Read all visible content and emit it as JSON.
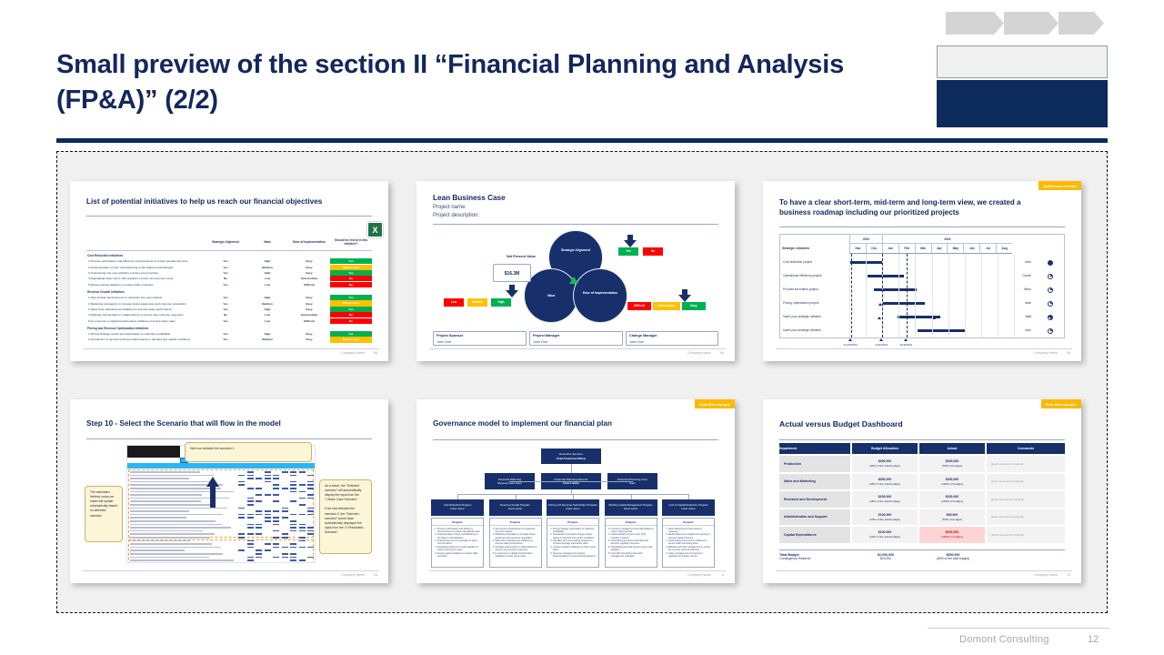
{
  "header": {
    "title": "Small preview of the section II “Financial Planning and Analysis (FP&A)” (2/2)"
  },
  "footer": {
    "brand": "Domont Consulting",
    "page": "12"
  },
  "badges": {
    "additional": "Additional version",
    "reallife": "Real-life example"
  },
  "company_note": "Company Name",
  "thumbs": {
    "initiatives": {
      "title": "List of potential initiatives to help us reach our financial objectives",
      "page": "58",
      "excel_icon": "X",
      "columns": [
        "Strategic Alignment",
        "Value",
        "Ease of Implementation",
        "Should we invest in this initiative?"
      ],
      "groups": [
        {
          "name": "Cost Reduction Initiatives",
          "rows": [
            {
              "n": "1",
              "text": "Process optimization and efficiency improvements to reduce operational costs",
              "align": "Yes",
              "value": "High",
              "ease": "Easy",
              "invest": "Yes",
              "color": "#00b050"
            },
            {
              "n": "2",
              "text": "Implementation of lean manufacturing or Six Sigma methodologies",
              "align": "Yes",
              "value": "Medium",
              "ease": "Easy",
              "invest": "Maybe Later",
              "color": "#ffc000"
            },
            {
              "n": "3",
              "text": "Outsourcing non-core activities to lower-cost providers",
              "align": "Yes",
              "value": "High",
              "ease": "Easy",
              "invest": "Yes",
              "color": "#00b050"
            },
            {
              "n": "4",
              "text": "Negotiating better terms with suppliers to lower procurement costs",
              "align": "No",
              "value": "Low",
              "ease": "Intermediate",
              "invest": "No",
              "color": "#ff0000"
            },
            {
              "n": "5",
              "text": "Energy-saving initiatives to reduce utility expenses",
              "align": "Yes",
              "value": "Low",
              "ease": "Difficult",
              "invest": "No",
              "color": "#ff0000"
            }
          ]
        },
        {
          "name": "Revenue Growth Initiatives",
          "rows": [
            {
              "n": "1",
              "text": "New product development or expansion into new markets",
              "align": "Yes",
              "value": "High",
              "ease": "Easy",
              "invest": "Yes",
              "color": "#00b050"
            },
            {
              "n": "2",
              "text": "Marketing campaigns to increase brand awareness and customer acquisition",
              "align": "Yes",
              "value": "Medium",
              "ease": "Easy",
              "invest": "Maybe Later",
              "color": "#ffc000"
            },
            {
              "n": "3",
              "text": "Sales force effectiveness initiatives to improve sales performance",
              "align": "Yes",
              "value": "High",
              "ease": "Easy",
              "invest": "Yes",
              "color": "#00b050"
            },
            {
              "n": "4",
              "text": "Strategic partnerships or collaborations to access new customer segments",
              "align": "No",
              "value": "Low",
              "ease": "Intermediate",
              "invest": "No",
              "color": "#ff0000"
            },
            {
              "n": "5",
              "text": "E-commerce or digital transformation initiatives to boost online sales",
              "align": "Yes",
              "value": "Low",
              "ease": "Difficult",
              "invest": "No",
              "color": "#ff0000"
            }
          ]
        },
        {
          "name": "Pricing and Revenue Optimization Initiatives",
          "rows": [
            {
              "n": "1",
              "text": "Pricing strategy review and optimization to maximize profitability",
              "align": "Yes",
              "value": "High",
              "ease": "Easy",
              "invest": "Yes",
              "color": "#00b050"
            },
            {
              "n": "2",
              "text": "Introduction of dynamic pricing models based on demand and market conditions",
              "align": "Yes",
              "value": "Medium",
              "ease": "Easy",
              "invest": "Maybe Later",
              "color": "#ffc000"
            }
          ]
        }
      ]
    },
    "business_case": {
      "title": "Lean Business Case",
      "project_name_label": "Project name:",
      "project_desc_label": "Project description:",
      "venn": {
        "top": "Strategic Alignment",
        "left": "Value",
        "right": "Ease of Implementation"
      },
      "npv_label": "Net Present Value",
      "npv_value": "$16.3M",
      "value_scale": [
        "Low",
        "Medium",
        "High"
      ],
      "align_scale": [
        "Yes",
        "No"
      ],
      "ease_scale": [
        "Difficult",
        "Intermediate",
        "Easy"
      ],
      "roles": [
        {
          "role": "Project Sponsor",
          "name": "John Doe"
        },
        {
          "role": "Project Manager",
          "name": "John Doe"
        },
        {
          "role": "Change Manager",
          "name": "John Doe"
        }
      ],
      "page": "60"
    },
    "roadmap": {
      "title": "To have a clear short-term, mid-term and long-term view, we created a business roadmap including our prioritized projects",
      "col_initiatives": "Strategic initiatives",
      "col_responsible": "Responsible",
      "col_status": "Status",
      "years": [
        {
          "label": "2023",
          "span": 2
        },
        {
          "label": "2024",
          "span": 8
        }
      ],
      "months": [
        "Nov",
        "Dec",
        "Jan",
        "Feb",
        "Mar",
        "Apr",
        "May",
        "Jun",
        "Jul",
        "Aug"
      ],
      "milestones": [
        "11/15/2023",
        "1/22/2024",
        "3/18/2024"
      ],
      "rows": [
        {
          "name": "Cost reduction project",
          "responsible": "John",
          "status": "full",
          "bar_start": 0,
          "bar_end": 2.0,
          "tris": []
        },
        {
          "name": "Operational efficiency project",
          "responsible": "Carole",
          "status": "quarter",
          "bar_start": 1.1,
          "bar_end": 3.3,
          "tris": []
        },
        {
          "name": "Process innovation project",
          "responsible": "Steve",
          "status": "quarter",
          "bar_start": 1.5,
          "bar_end": 4.1,
          "tris": []
        },
        {
          "name": "Pricing optimization project",
          "responsible": "Jean",
          "status": "quarter",
          "bar_start": 2.05,
          "bar_end": 4.6,
          "tris": [
            1.75
          ]
        },
        {
          "name": "Insert your strategic initiative",
          "responsible": "Matt",
          "status": "threequarter",
          "bar_start": 2.95,
          "bar_end": 5.5,
          "tris": [
            1.72,
            5.0
          ]
        },
        {
          "name": "Insert your strategic initiative",
          "responsible": "John",
          "status": "quarter",
          "bar_start": 4.15,
          "bar_end": 7.0,
          "tris": []
        }
      ],
      "page": "54"
    },
    "scenario": {
      "title": "Step 10 - Select the Scenario that will flow in the model",
      "callout_top": "Here we selected the scenario 1.",
      "callout_left": "The estimated intrinsic value per share will update automatically based on selected scenario",
      "callout_right_1": "As a result, the “Selected scenario” will automatically display the input from the “1.Base Case Scenario”.",
      "callout_right_2": "If we had selected the scenario 2, the “Selected scenario” would have automatically displayed the input from the “2.Pessimistic Scenario”",
      "page": "28"
    },
    "governance": {
      "title": "Governance model to implement our financial plan",
      "exec": {
        "l1": "Executive Sponsor",
        "l2": "Chief Financial Officer"
      },
      "mid": [
        {
          "l1": "Financial Planning",
          "l2": "Measurement team"
        },
        {
          "l1": "Financial Planning Director",
          "l2": "Insert name"
        },
        {
          "l1": "Financial Planning Core",
          "l2": "team"
        }
      ],
      "programs_header": "Projects",
      "programs": [
        {
          "name": "Cost Reduction Program",
          "owner": "Insert owner",
          "projects": [
            "Process optimization and efficiency improvements to reduce operational costs.",
            "Implementation of lean manufacturing or Six Sigma methodologies.",
            "Outsourcing non-core activities to lower cost providers.",
            "Negotiating better terms with suppliers to lower procurement costs.",
            "Energy-saving initiatives to reduce utility expenses."
          ]
        },
        {
          "name": "Revenue Growth Program",
          "owner": "Insert owner",
          "projects": [
            "New product development or expansion into new markets.",
            "Marketing campaigns to increase brand awareness and customer acquisition.",
            "Sales force effectiveness initiatives to improve sales performance.",
            "Strategic partnerships or collaborations to access new customer segments.",
            "E-commerce or digital transformation initiatives to boost online sales."
          ]
        },
        {
          "name": "Pricing and Revenue Optimization Program",
          "owner": "Insert owner",
          "projects": [
            "Pricing strategy optimization to maximize profitability.",
            "Introduction of dynamic pricing models based on demand and market conditions.",
            "Upselling and cross-selling programs to increase average transaction value.",
            "Loyalty programs initiatives to drive repeat sales.",
            "Revenue management systems implementation for better pricing decisions."
          ]
        },
        {
          "name": "Working Capital Management Program",
          "owner": "Insert owner",
          "projects": [
            "Inventory management and optimization to reduce carrying costs.",
            "Implementation of just-in-time (JIT) inventory systems.",
            "Streamlining accounts receivable and accounts payable processes.",
            "Negotiating extended payment terms with suppliers.",
            "Cash flow forecasting and cash management strategies."
          ]
        },
        {
          "name": "Cost of Capital Reduction Program",
          "owner": "Insert owner",
          "projects": [
            "Debt refinancing to lower interest expenses.",
            "Equity financing or capital restructuring to improve capital structure.",
            "Credit rating improvement initiatives to secure better borrowing rates.",
            "Efficient cash flow management to reduce the need for external financing.",
            "Active management of investment portfolios to increase returns."
          ]
        }
      ],
      "page": "6"
    },
    "dashboard": {
      "title": "Actual versus Budget Dashboard",
      "columns": [
        "Department",
        "Budget Allocation",
        "Actual",
        "Comments"
      ],
      "comment_placeholder": "[Insert comment if required]",
      "rows": [
        {
          "dept": "Production",
          "budget": "$400,000",
          "budget_pct": "(40% of the total budget)",
          "actual": "$200,000",
          "actual_pct": "(50% of budget)",
          "alert": false
        },
        {
          "dept": "Sales and Marketing",
          "budget": "$250,000",
          "budget_pct": "(25% of the total budget)",
          "actual": "$250,000",
          "actual_pct": "(100% of budget)",
          "alert": false
        },
        {
          "dept": "Research and Development",
          "budget": "$150,000",
          "budget_pct": "(15% of the total budget)",
          "actual": "$150,000",
          "actual_pct": "(100% of budget)",
          "alert": false
        },
        {
          "dept": "Administration and Support",
          "budget": "$100,000",
          "budget_pct": "(10% of the total budget)",
          "actual": "$50,000",
          "actual_pct": "(50% of budget)",
          "alert": false
        },
        {
          "dept": "Capital Expenditures",
          "budget": "$100,000",
          "budget_pct": "(10% of the total budget)",
          "actual": "$200,000",
          "actual_pct": "(200% of budget)",
          "alert": true
        }
      ],
      "total_label": "Total Budget",
      "total_budget": "$1,000,000",
      "total_actual": "$650,000",
      "reserve_label": "Contingency Reserve",
      "reserve_budget": "$20,000",
      "reserve_actual": "(65% of the total budget)",
      "page": "10"
    }
  },
  "colors": {
    "navy": "#0d2a5c",
    "deep": "#17306b",
    "amber": "#fcb900",
    "green": "#00b050",
    "red": "#ff0000"
  }
}
